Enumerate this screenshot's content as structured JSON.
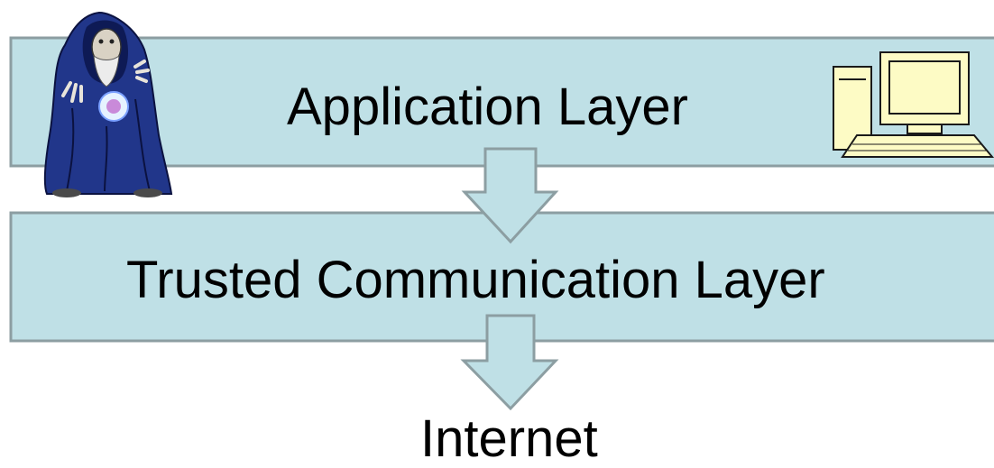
{
  "layers": {
    "application": "Application Layer",
    "trusted_communication": "Trusted Communication Layer"
  },
  "destination": "Internet",
  "icons": {
    "attacker": "hooded-wizard-icon",
    "computer": "desktop-computer-icon"
  },
  "colors": {
    "box_fill": "#bfe0e6",
    "box_stroke": "#8c9ea2",
    "arrow_fill": "#bfe0e6",
    "arrow_stroke": "#8c9ea2",
    "text": "#000000",
    "wizard_robe": "#21368a",
    "computer_body": "#fdfbc5"
  }
}
